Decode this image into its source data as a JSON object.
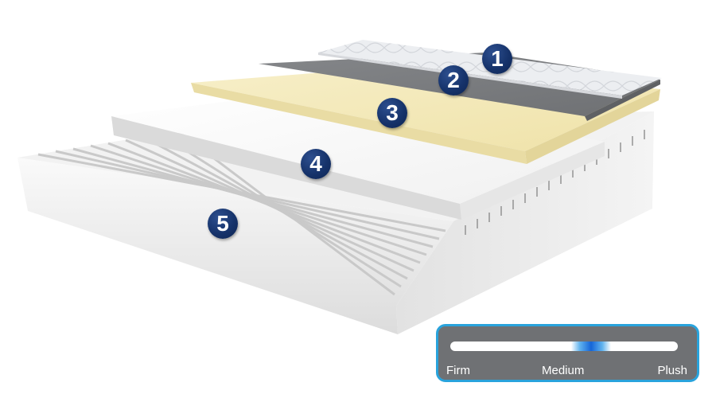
{
  "layers": [
    {
      "number": "1",
      "material": "quilted-cover",
      "color": "#e9ebee"
    },
    {
      "number": "2",
      "material": "grey-foam",
      "color": "#7c7e81"
    },
    {
      "number": "3",
      "material": "yellow-foam",
      "color": "#f1e7b7"
    },
    {
      "number": "4",
      "material": "white-foam",
      "color": "#f3f3f3"
    },
    {
      "number": "5",
      "material": "grooved-base-foam",
      "color": "#eeeeee"
    }
  ],
  "firmness": {
    "labels": {
      "firm": "Firm",
      "medium": "Medium",
      "plush": "Plush"
    },
    "level": 0.62,
    "accent_color": "#29a3dc",
    "marker_color": "#1565d8",
    "panel_color": "#6f7174"
  },
  "badge_color": "#16336b"
}
